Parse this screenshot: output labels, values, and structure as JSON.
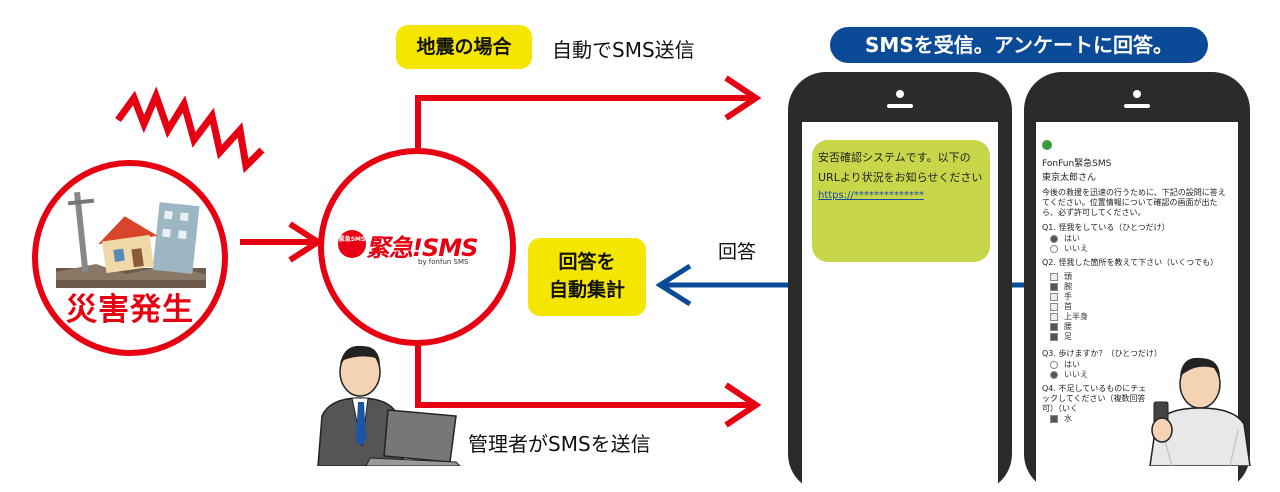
{
  "disaster": {
    "label": "災害発生"
  },
  "earthquake_tag": "地震の場合",
  "auto_send": "自動でSMS送信",
  "receive_banner": "SMSを受信。アンケートに回答。",
  "logo": {
    "main": "緊急!SMS",
    "sub": "by fonfun SMS",
    "badge": "緊急SMS"
  },
  "aggregate": {
    "line1": "回答を",
    "line2": "自動集計"
  },
  "answer_label": "回答",
  "admin_send": "管理者がSMSを送信",
  "sms_message": {
    "text": "安否確認システムです。以下のURLより状況をお知らせください",
    "link": "https://**************"
  },
  "survey": {
    "app_name": "FonFun緊急SMS",
    "user": "東京太郎さん",
    "intro": "今後の救援を迅速の行うために、下記の設問に答えてください。位置情報について確認の画面が出たら、必ず許可してください。",
    "q1": "Q1. 怪我をしている（ひとつだけ）",
    "q1_options": [
      "はい",
      "いいえ"
    ],
    "q2": "Q2. 怪我した箇所を教えて下さい（いくつでも）",
    "q2_options": [
      "頭",
      "腕",
      "手",
      "首",
      "上半身",
      "腰",
      "足"
    ],
    "q3": "Q3. 歩けますか？（ひとつだけ）",
    "q3_options": [
      "はい",
      "いいえ"
    ],
    "q4": "Q4. 不足しているものにチェックしてください（複数回答可）（いく",
    "q4_options": [
      "水"
    ]
  },
  "colors": {
    "red": "#e60012",
    "blue": "#0a4a96",
    "yellow": "#f5e600",
    "bubble": "#c8d64a"
  }
}
